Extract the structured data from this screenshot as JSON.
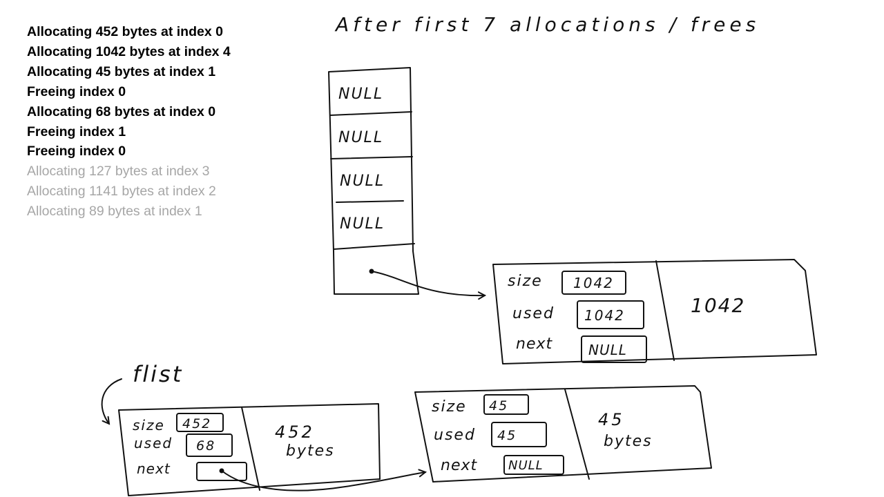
{
  "title": "After first 7 allocations / frees",
  "operations": [
    {
      "text": "Allocating 452 bytes at index 0",
      "state": "done"
    },
    {
      "text": "Allocating 1042 bytes at index 4",
      "state": "done"
    },
    {
      "text": "Allocating 45 bytes at index 1",
      "state": "done"
    },
    {
      "text": "Freeing index 0",
      "state": "done"
    },
    {
      "text": "Allocating 68 bytes at index 0",
      "state": "done"
    },
    {
      "text": "Freeing index 1",
      "state": "done"
    },
    {
      "text": "Freeing index 0",
      "state": "done"
    },
    {
      "text": "Allocating 127 bytes at index 3",
      "state": "pending"
    },
    {
      "text": "Allocating 1141 bytes at index 2",
      "state": "pending"
    },
    {
      "text": "Allocating 89 bytes at index 1",
      "state": "pending"
    }
  ],
  "array": {
    "slots": [
      "NULL",
      "NULL",
      "NULL",
      "NULL",
      ""
    ]
  },
  "block_1042": {
    "size_label": "size",
    "size": "1042",
    "used_label": "used",
    "used": "1042",
    "next_label": "next",
    "next": "NULL",
    "payload": "1042"
  },
  "freelist_label": "flist",
  "block_452": {
    "size_label": "size",
    "size": "452",
    "used_label": "used",
    "used": "68",
    "next_label": "next",
    "payload_line1": "452",
    "payload_line2": "bytes"
  },
  "block_45": {
    "size_label": "size",
    "size": "45",
    "used_label": "used",
    "used": "45",
    "next_label": "next",
    "next": "NULL",
    "payload_line1": "45",
    "payload_line2": "bytes"
  },
  "colors": {
    "ink": "#111111",
    "done_text": "#000000",
    "pending_text": "#a6a6a6"
  }
}
